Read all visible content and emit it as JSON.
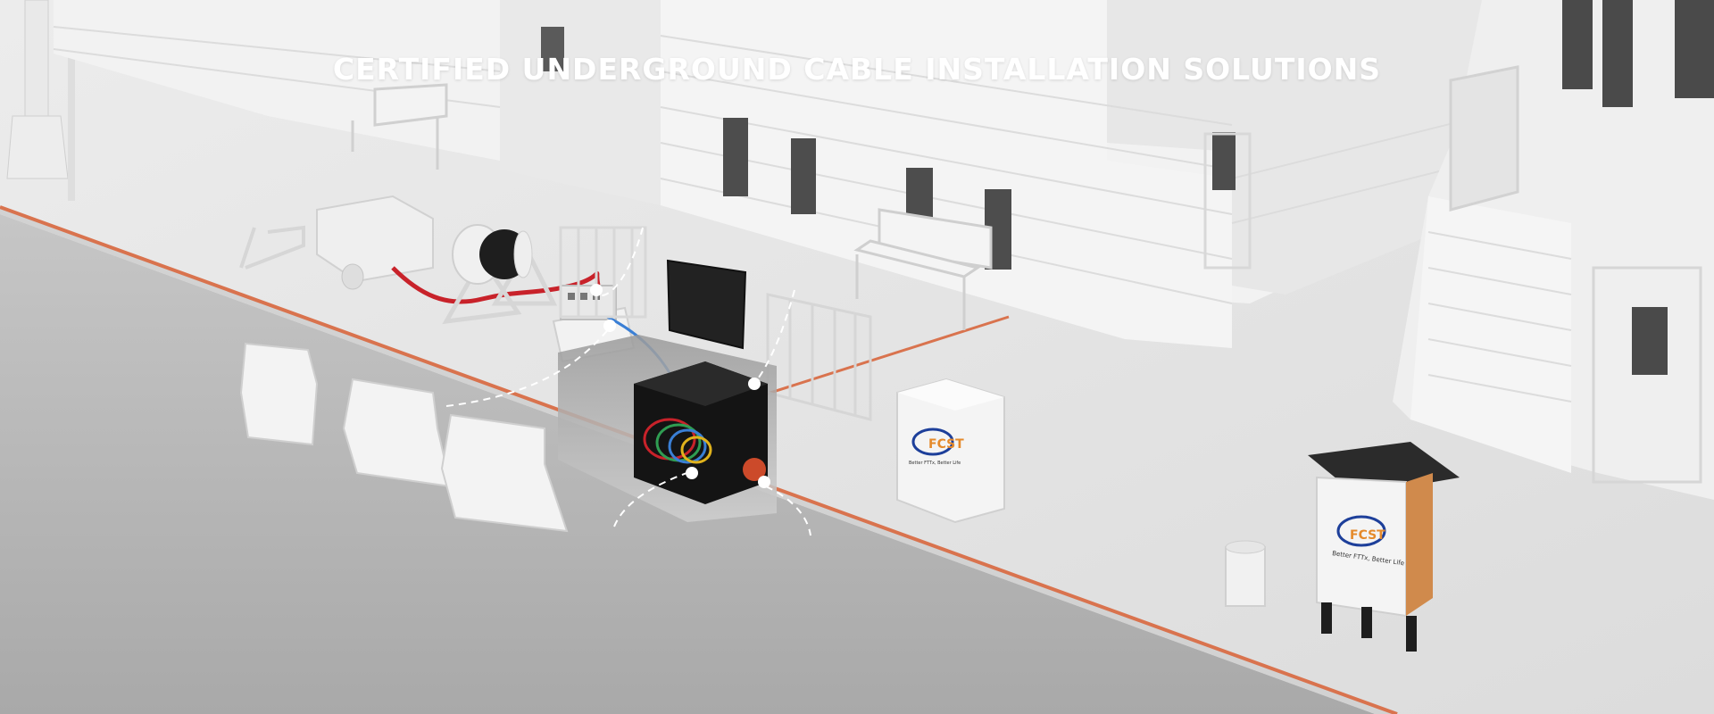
{
  "hero": {
    "headline": "CERTIFIED UNDERGROUND CABLE INSTALLATION SOLUTIONS"
  },
  "brand": {
    "logo_text": "FCST",
    "cabinet_tagline": "Better FTTx, Better Life",
    "sign_tagline": "Better FTTx, Better Life"
  },
  "colors": {
    "cable_line": "#d9734e",
    "red_cable": "#c8222a",
    "blue_cable": "#3a7fd5",
    "logo_blue": "#1d3f9a",
    "logo_orange": "#e58a2b",
    "sign_panel_orange": "#d08a4c"
  },
  "hotspots": [
    {
      "name": "cable-reel-hotspot"
    },
    {
      "name": "splice-box-hotspot"
    },
    {
      "name": "handhole-hotspot"
    },
    {
      "name": "closure-hotspot"
    },
    {
      "name": "marker-ball-hotspot"
    }
  ]
}
